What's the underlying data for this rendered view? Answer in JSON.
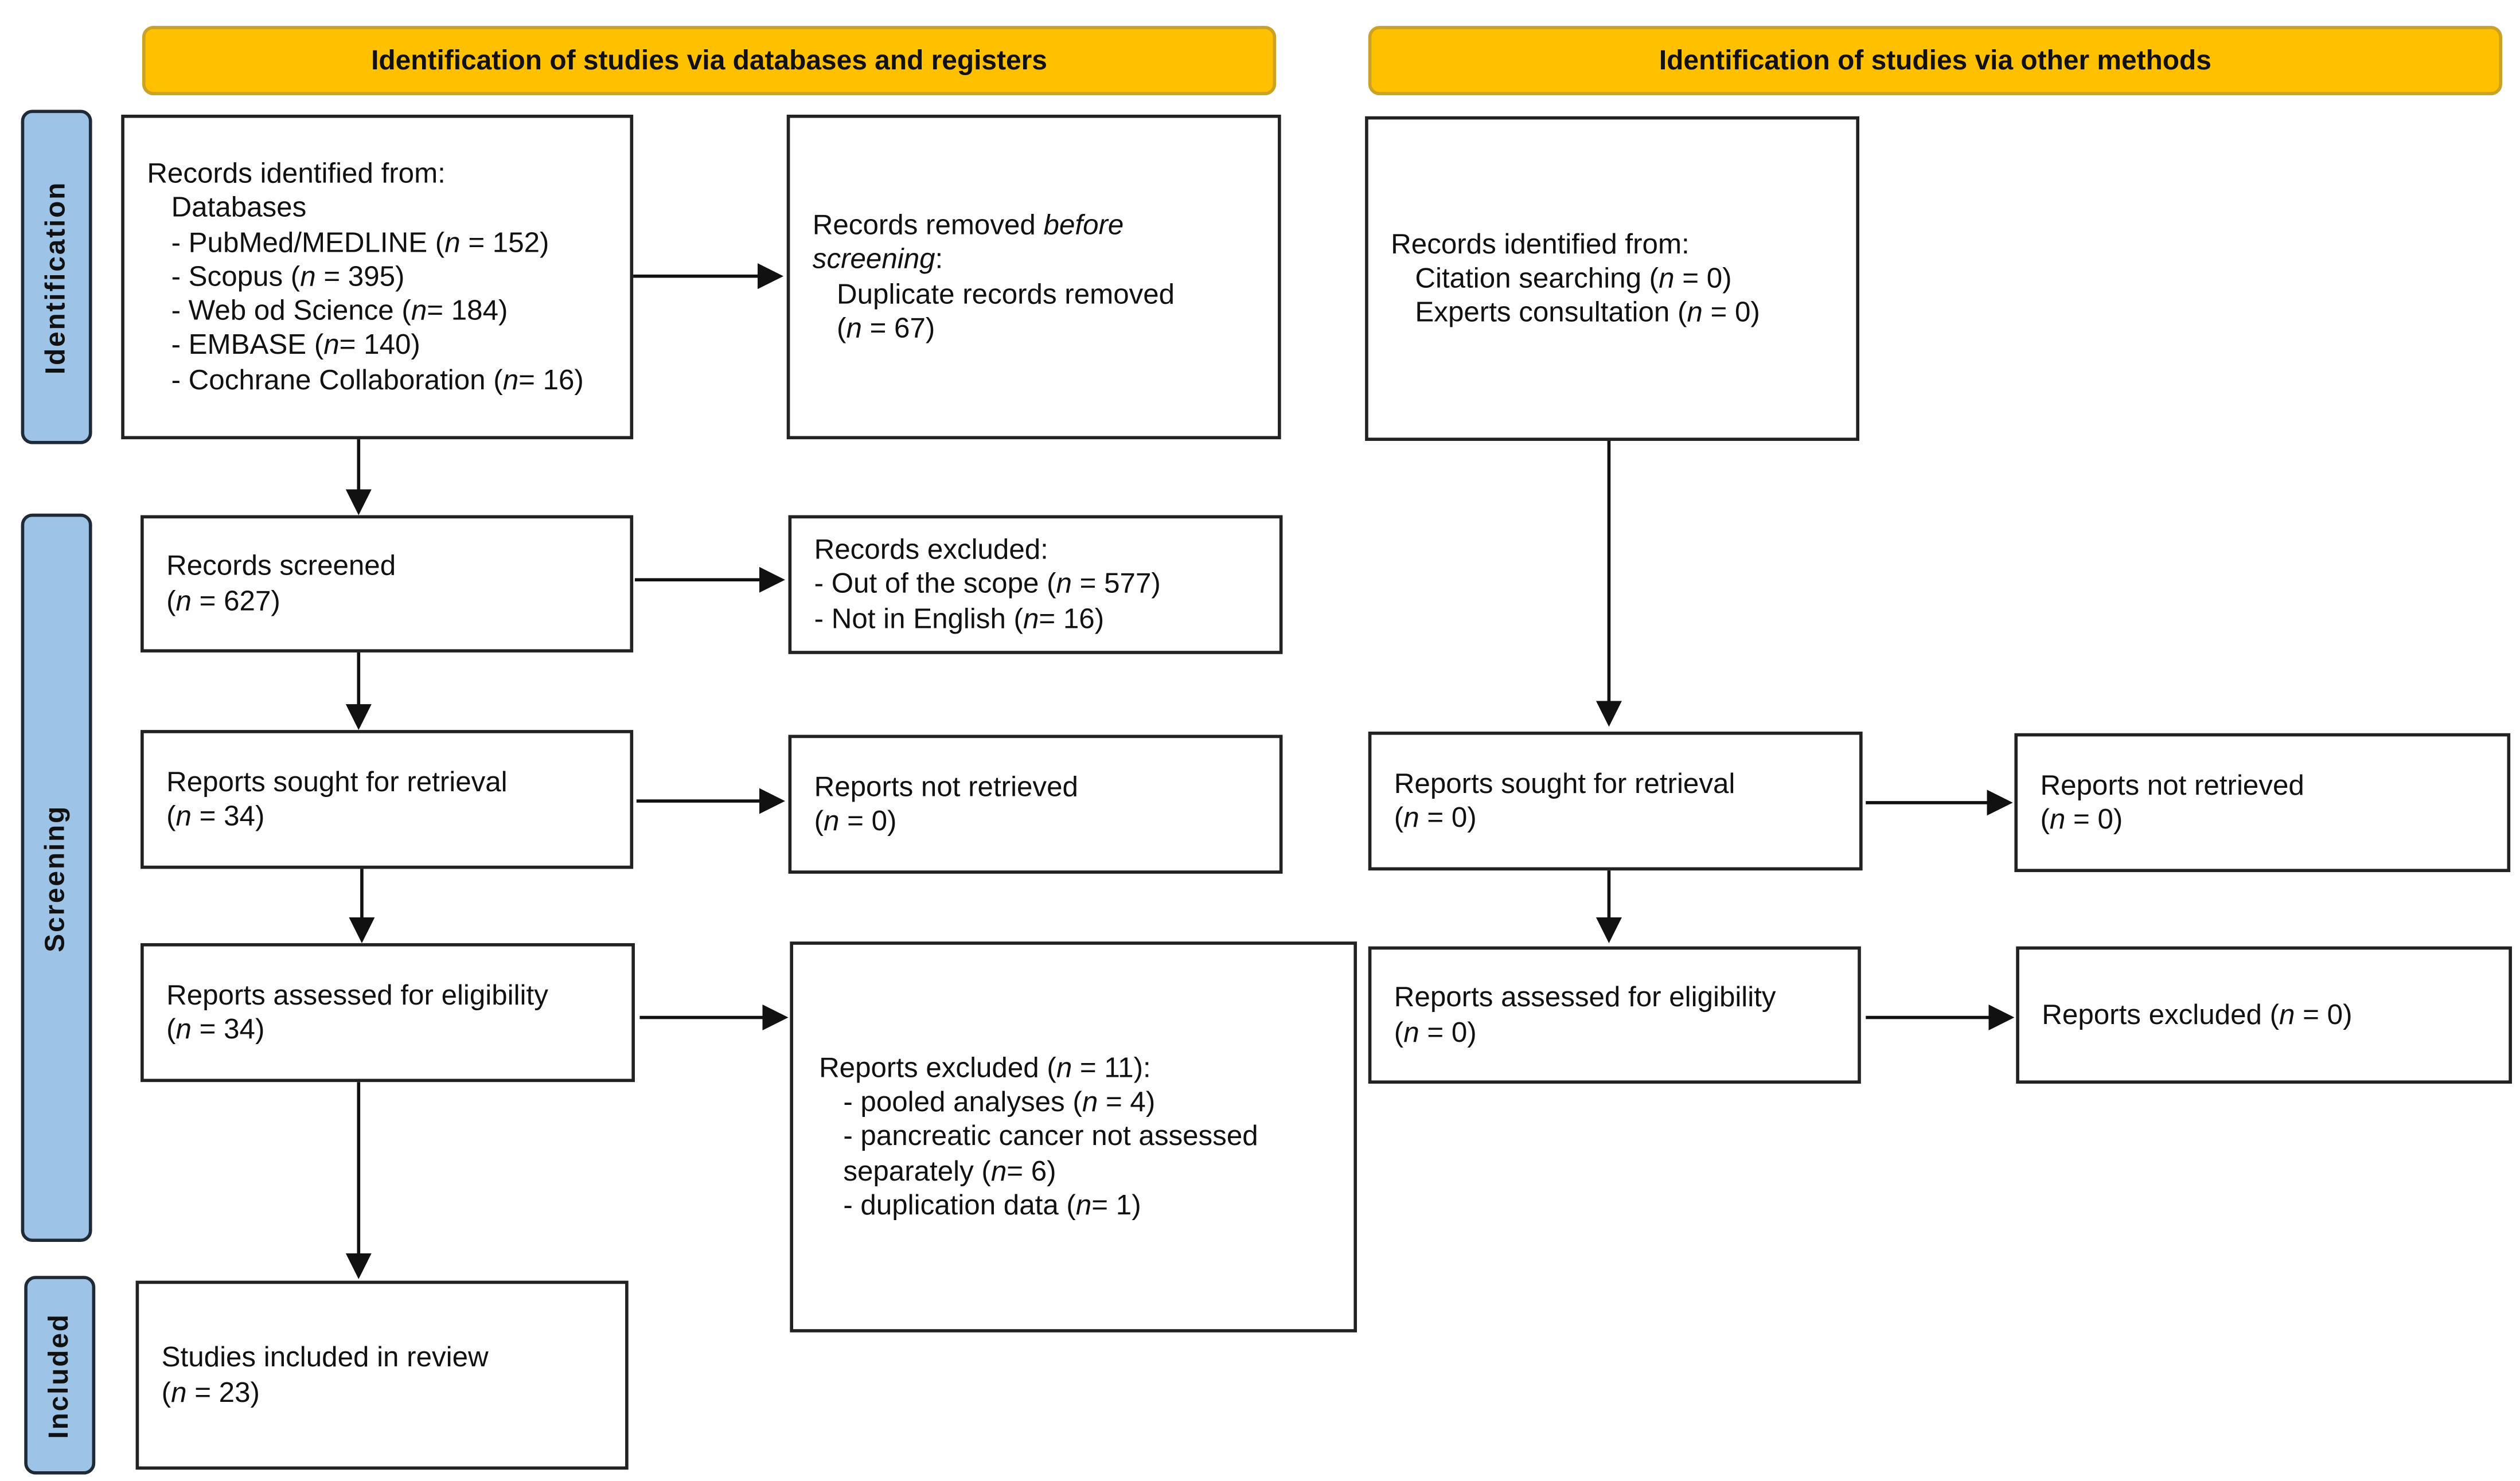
{
  "headers": {
    "databases": "Identification of studies via databases and registers",
    "other": "Identification of studies via other methods"
  },
  "phases": {
    "identification": "Identification",
    "screening": "Screening",
    "included": "Included"
  },
  "boxes": {
    "records_identified": {
      "lines": [
        {
          "indent": false,
          "segs": [
            {
              "t": "Records identified from:"
            }
          ]
        },
        {
          "indent": true,
          "segs": [
            {
              "t": "Databases"
            }
          ]
        },
        {
          "indent": true,
          "segs": [
            {
              "t": "- PubMed/MEDLINE ("
            },
            {
              "t": "n",
              "i": true
            },
            {
              "t": " = 152)"
            }
          ]
        },
        {
          "indent": true,
          "segs": [
            {
              "t": "- Scopus ("
            },
            {
              "t": "n",
              "i": true
            },
            {
              "t": " = 395)"
            }
          ]
        },
        {
          "indent": true,
          "segs": [
            {
              "t": "- Web od Science ("
            },
            {
              "t": "n",
              "i": true
            },
            {
              "t": "= 184)"
            }
          ]
        },
        {
          "indent": true,
          "segs": [
            {
              "t": "- EMBASE ("
            },
            {
              "t": "n",
              "i": true
            },
            {
              "t": "= 140)"
            }
          ]
        },
        {
          "indent": true,
          "segs": [
            {
              "t": "- Cochrane Collaboration ("
            },
            {
              "t": "n",
              "i": true
            },
            {
              "t": "= 16)"
            }
          ]
        }
      ]
    },
    "records_removed": {
      "lines": [
        {
          "indent": false,
          "segs": [
            {
              "t": "Records removed "
            },
            {
              "t": "before",
              "i": true
            }
          ]
        },
        {
          "indent": false,
          "segs": [
            {
              "t": "screening",
              "i": true
            },
            {
              "t": ":"
            }
          ]
        },
        {
          "indent": true,
          "segs": [
            {
              "t": "Duplicate records removed"
            }
          ]
        },
        {
          "indent": true,
          "segs": [
            {
              "t": "("
            },
            {
              "t": "n",
              "i": true
            },
            {
              "t": " = 67)"
            }
          ]
        }
      ]
    },
    "other_identified": {
      "lines": [
        {
          "indent": false,
          "segs": [
            {
              "t": "Records identified from:"
            }
          ]
        },
        {
          "indent": true,
          "segs": [
            {
              "t": "Citation searching ("
            },
            {
              "t": "n",
              "i": true
            },
            {
              "t": " = 0)"
            }
          ]
        },
        {
          "indent": true,
          "segs": [
            {
              "t": "Experts consultation ("
            },
            {
              "t": "n",
              "i": true
            },
            {
              "t": " = 0)"
            }
          ]
        }
      ]
    },
    "records_screened": {
      "lines": [
        {
          "indent": false,
          "segs": [
            {
              "t": "Records screened"
            }
          ]
        },
        {
          "indent": false,
          "segs": [
            {
              "t": "("
            },
            {
              "t": "n",
              "i": true
            },
            {
              "t": " = 627)"
            }
          ]
        }
      ]
    },
    "records_excluded": {
      "lines": [
        {
          "indent": false,
          "segs": [
            {
              "t": "Records excluded:"
            }
          ]
        },
        {
          "indent": false,
          "segs": [
            {
              "t": "- Out of the scope ("
            },
            {
              "t": "n",
              "i": true
            },
            {
              "t": " = 577)"
            }
          ]
        },
        {
          "indent": false,
          "segs": [
            {
              "t": "- Not in English ("
            },
            {
              "t": "n",
              "i": true
            },
            {
              "t": "= 16)"
            }
          ]
        }
      ]
    },
    "reports_sought": {
      "lines": [
        {
          "indent": false,
          "segs": [
            {
              "t": "Reports sought for retrieval"
            }
          ]
        },
        {
          "indent": false,
          "segs": [
            {
              "t": "("
            },
            {
              "t": "n",
              "i": true
            },
            {
              "t": " = 34)"
            }
          ]
        }
      ]
    },
    "reports_not_retrieved": {
      "lines": [
        {
          "indent": false,
          "segs": [
            {
              "t": "Reports not retrieved"
            }
          ]
        },
        {
          "indent": false,
          "segs": [
            {
              "t": "("
            },
            {
              "t": "n",
              "i": true
            },
            {
              "t": " = 0)"
            }
          ]
        }
      ]
    },
    "reports_assessed": {
      "lines": [
        {
          "indent": false,
          "segs": [
            {
              "t": "Reports assessed for eligibility"
            }
          ]
        },
        {
          "indent": false,
          "segs": [
            {
              "t": "("
            },
            {
              "t": "n",
              "i": true
            },
            {
              "t": " = 34)"
            }
          ]
        }
      ]
    },
    "reports_excluded": {
      "lines": [
        {
          "indent": false,
          "segs": [
            {
              "t": "Reports excluded ("
            },
            {
              "t": "n",
              "i": true
            },
            {
              "t": " = 11):"
            }
          ]
        },
        {
          "indent": true,
          "segs": [
            {
              "t": "- pooled analyses ("
            },
            {
              "t": "n",
              "i": true
            },
            {
              "t": " = 4)"
            }
          ]
        },
        {
          "indent": true,
          "segs": [
            {
              "t": "- pancreatic cancer not assessed"
            }
          ]
        },
        {
          "indent": true,
          "segs": [
            {
              "t": "separately ("
            },
            {
              "t": "n",
              "i": true
            },
            {
              "t": "= 6)"
            }
          ]
        },
        {
          "indent": true,
          "segs": [
            {
              "t": "- duplication data ("
            },
            {
              "t": "n",
              "i": true
            },
            {
              "t": "= 1)"
            }
          ]
        }
      ]
    },
    "studies_included": {
      "lines": [
        {
          "indent": false,
          "segs": [
            {
              "t": "Studies included in review"
            }
          ]
        },
        {
          "indent": false,
          "segs": [
            {
              "t": "("
            },
            {
              "t": "n",
              "i": true
            },
            {
              "t": " = 23)"
            }
          ]
        }
      ]
    },
    "other_reports_sought": {
      "lines": [
        {
          "indent": false,
          "segs": [
            {
              "t": "Reports sought for retrieval"
            }
          ]
        },
        {
          "indent": false,
          "segs": [
            {
              "t": "("
            },
            {
              "t": "n",
              "i": true
            },
            {
              "t": " = 0)"
            }
          ]
        }
      ]
    },
    "other_reports_not_retrieved": {
      "lines": [
        {
          "indent": false,
          "segs": [
            {
              "t": "Reports not retrieved"
            }
          ]
        },
        {
          "indent": false,
          "segs": [
            {
              "t": "("
            },
            {
              "t": "n",
              "i": true
            },
            {
              "t": " = 0)"
            }
          ]
        }
      ]
    },
    "other_reports_assessed": {
      "lines": [
        {
          "indent": false,
          "segs": [
            {
              "t": "Reports assessed for eligibility"
            }
          ]
        },
        {
          "indent": false,
          "segs": [
            {
              "t": "("
            },
            {
              "t": "n",
              "i": true
            },
            {
              "t": " = 0)"
            }
          ]
        }
      ]
    },
    "other_reports_excluded": {
      "lines": [
        {
          "indent": false,
          "segs": [
            {
              "t": "Reports excluded ("
            },
            {
              "t": "n",
              "i": true
            },
            {
              "t": " = 0)"
            }
          ]
        }
      ]
    }
  },
  "colors": {
    "header": "#ffc000",
    "phase": "#9dc3e6",
    "border": "#222222"
  }
}
